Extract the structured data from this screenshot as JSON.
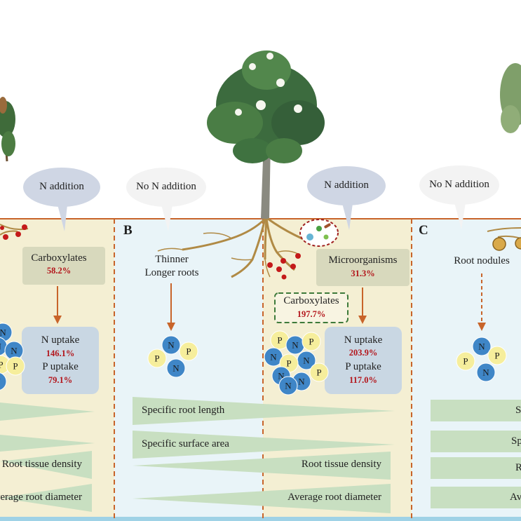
{
  "colors": {
    "soil_left": "#f4efd3",
    "soil_right": "#f4efd3",
    "soil_b_left": "#e9f4f8",
    "soil_c": "#e9f4f8",
    "ground_line": "#c8642a",
    "bubble_n": "#cfd6e4",
    "bubble_no_n": "#f3f3f3",
    "box_olive": "#d8d9bd",
    "box_blue": "#c9d7e3",
    "triangle": "#c8dfc1",
    "n_circle": "#3f86c7",
    "p_circle": "#f6ee9c",
    "pct_red": "#b3151b",
    "arrow": "#c8642a"
  },
  "panels": {
    "b": {
      "letter": "B"
    },
    "c": {
      "letter": "C"
    }
  },
  "bubbles": {
    "a_n_addition": "N addition",
    "b_no_n_addition": "No N addition",
    "b_n_addition": "N addition",
    "c_no_n_addition": "No N addition"
  },
  "panel_a": {
    "carboxylates_label": "Carboxylates",
    "carboxylates_pct": "58.2%",
    "n_uptake_label": "N uptake",
    "n_uptake_pct": "146.1%",
    "p_uptake_label": "P uptake",
    "p_uptake_pct": "79.1%",
    "traits": [
      "Root tissue density",
      "Average root diameter"
    ]
  },
  "panel_b": {
    "left_text_line1": "Thinner",
    "left_text_line2": "Longer roots",
    "microorganisms_label": "Microorganisms",
    "microorganisms_pct": "31.3%",
    "carboxylates_label": "Carboxylates",
    "carboxylates_pct": "197.7%",
    "n_uptake_label": "N uptake",
    "n_uptake_pct": "203.9%",
    "p_uptake_label": "P uptake",
    "p_uptake_pct": "117.0%",
    "traits": [
      "Specific root length",
      "Specific surface area",
      "Root tissue density",
      "Average root diameter"
    ]
  },
  "panel_c": {
    "root_nodules_label": "Root nodules",
    "traits_partial": [
      "S",
      "Sp",
      "R",
      "Av"
    ]
  },
  "nutrients": {
    "n": "N",
    "p": "P"
  }
}
